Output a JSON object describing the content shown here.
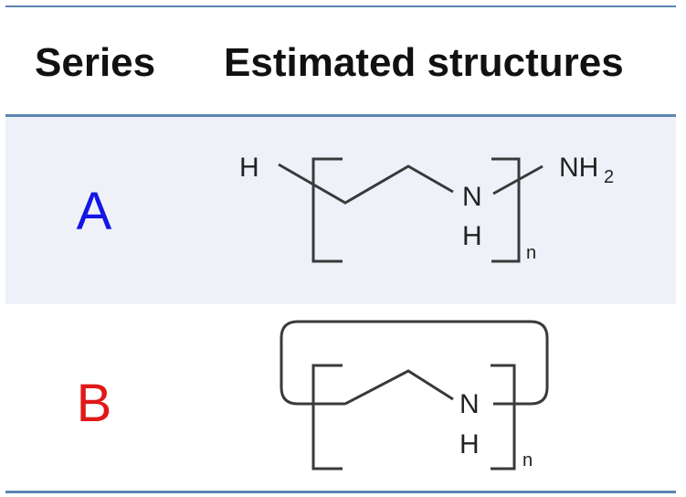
{
  "table": {
    "headers": {
      "series": "Series",
      "structures": "Estimated structures"
    },
    "rows": [
      {
        "series": "A",
        "color": "#1515e6",
        "structure": {
          "left_atom": "H",
          "nitrogen": "N",
          "hydrogen": "H",
          "end_group": "NH",
          "end_group_subscript": "2",
          "repeat": "n"
        }
      },
      {
        "series": "B",
        "color": "#e11818",
        "structure": {
          "nitrogen": "N",
          "hydrogen": "H",
          "repeat": "n"
        }
      }
    ]
  }
}
